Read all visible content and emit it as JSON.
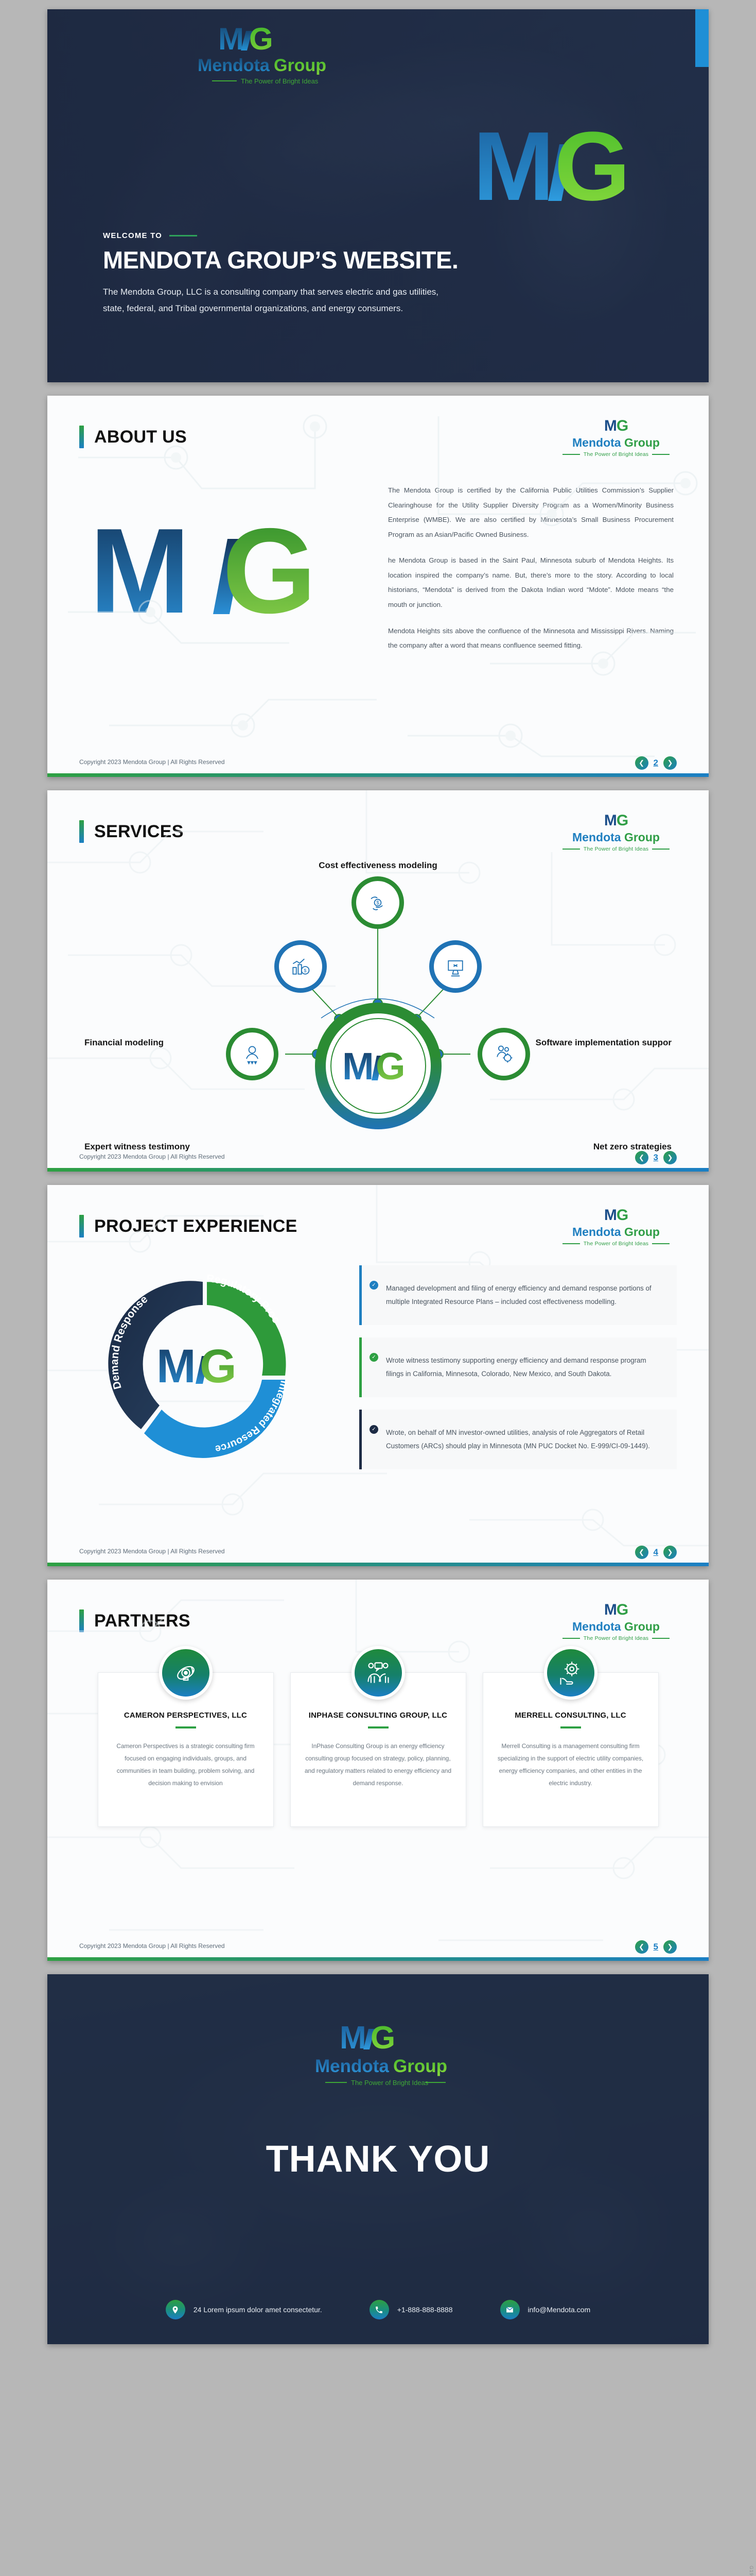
{
  "brand": {
    "mark_m": "M",
    "mark_g": "G",
    "name_part1": "Mendota",
    "name_part2": "Group",
    "tagline": "The Power of Bright Ideas",
    "colors": {
      "blue": "#1c4f8a",
      "light_blue": "#1f7fc0",
      "green": "#2f9e46",
      "dark_navy": "#1d2b45"
    }
  },
  "hero": {
    "welcome_label": "WELCOME TO",
    "title": "MENDOTA GROUP’S WEBSITE.",
    "subtitle": "The Mendota Group, LLC is a consulting company that serves electric and gas utilities, state, federal, and Tribal governmental organizations, and energy consumers."
  },
  "footer": {
    "copyright": "Copyright 2023 Mendota Group  | All Rights Reserved",
    "prev_icon": "chevron-left-icon",
    "next_icon": "chevron-right-icon"
  },
  "slides": {
    "about": {
      "title": "ABOUT US",
      "page": "2",
      "paragraphs": [
        "The Mendota Group is certified by the California Public Utilities Commission’s Supplier Clearinghouse for the Utility Supplier Diversity Program as a Women/Minority Business Enterprise (WMBE). We are also certified by Minnesota’s Small Business Procurement Program as an Asian/Pacific Owned Business.",
        "he Mendota Group is based in the Saint Paul, Minnesota suburb of Mendota Heights. Its location inspired the company’s name.  But, there’s more to the story. According to local historians, “Mendota” is derived from the Dakota Indian word “Mdote”.  Mdote means “the mouth or junction.",
        "Mendota Heights sits above the confluence of the Minnesota and Mississippi Rivers. Naming the company after a word that means confluence seemed fitting."
      ]
    },
    "services": {
      "title": "SERVICES",
      "page": "3",
      "nodes": [
        {
          "label": "Cost effectiveness modeling",
          "icon": "hand-money-icon",
          "ring": "green"
        },
        {
          "label": "Financial modeling",
          "icon": "bar-chart-dollar-icon",
          "ring": "blue"
        },
        {
          "label": "Software implementation suppor",
          "icon": "monitor-code-icon",
          "ring": "blue"
        },
        {
          "label": "Expert witness testimony",
          "icon": "person-stars-icon",
          "ring": "green"
        },
        {
          "label": "Net zero strategies",
          "icon": "gears-people-icon",
          "ring": "green"
        }
      ]
    },
    "project_experience": {
      "title": "PROJECT EXPERIENCE",
      "page": "4",
      "donut_labels": [
        "Demand Response",
        "Regulatory Proceedings",
        "Integrated Resource Planning"
      ],
      "bullets": [
        "Managed development and filing of energy efficiency and demand response portions of multiple Integrated Resource Plans – included cost effectiveness modelling.",
        "Wrote witness testimony supporting energy efficiency and demand response program filings in California, Minnesota, Colorado, New Mexico, and South Dakota.",
        "Wrote, on behalf of MN investor-owned utilities, analysis of role Aggregators of Retail Customers (ARCs) should play in Minnesota (MN PUC Docket No. E-999/CI-09-1449)."
      ]
    },
    "partners": {
      "title": "PARTNERS",
      "page": "5",
      "cards": [
        {
          "name": "CAMERON PERSPECTIVES, LLC",
          "icon": "lightbulb-orbit-icon",
          "description": "Cameron Perspectives is a strategic consulting firm focused on engaging individuals, groups, and communities in team building, problem solving, and decision making to envision"
        },
        {
          "name": "INPHASE CONSULTING GROUP, LLC",
          "icon": "people-chat-icon",
          "description": "InPhase Consulting Group is an energy efficiency consulting group focused on strategy, policy, planning, and regulatory matters related to energy efficiency and demand response."
        },
        {
          "name": "MERRELL CONSULTING, LLC",
          "icon": "gear-hand-icon",
          "description": "Merrell Consulting is a management consulting firm specializing in the support of electric utility companies, energy efficiency companies, and other entities in the electric industry."
        }
      ]
    },
    "thank_you": {
      "title": "THANK YOU",
      "contacts": [
        {
          "icon": "location-pin-icon",
          "text": "24 Lorem ipsum dolor amet consectetur."
        },
        {
          "icon": "phone-icon",
          "text": "+1-888-888-8888"
        },
        {
          "icon": "envelope-icon",
          "text": "info@Mendota.com"
        }
      ]
    }
  },
  "side_code": "G19"
}
